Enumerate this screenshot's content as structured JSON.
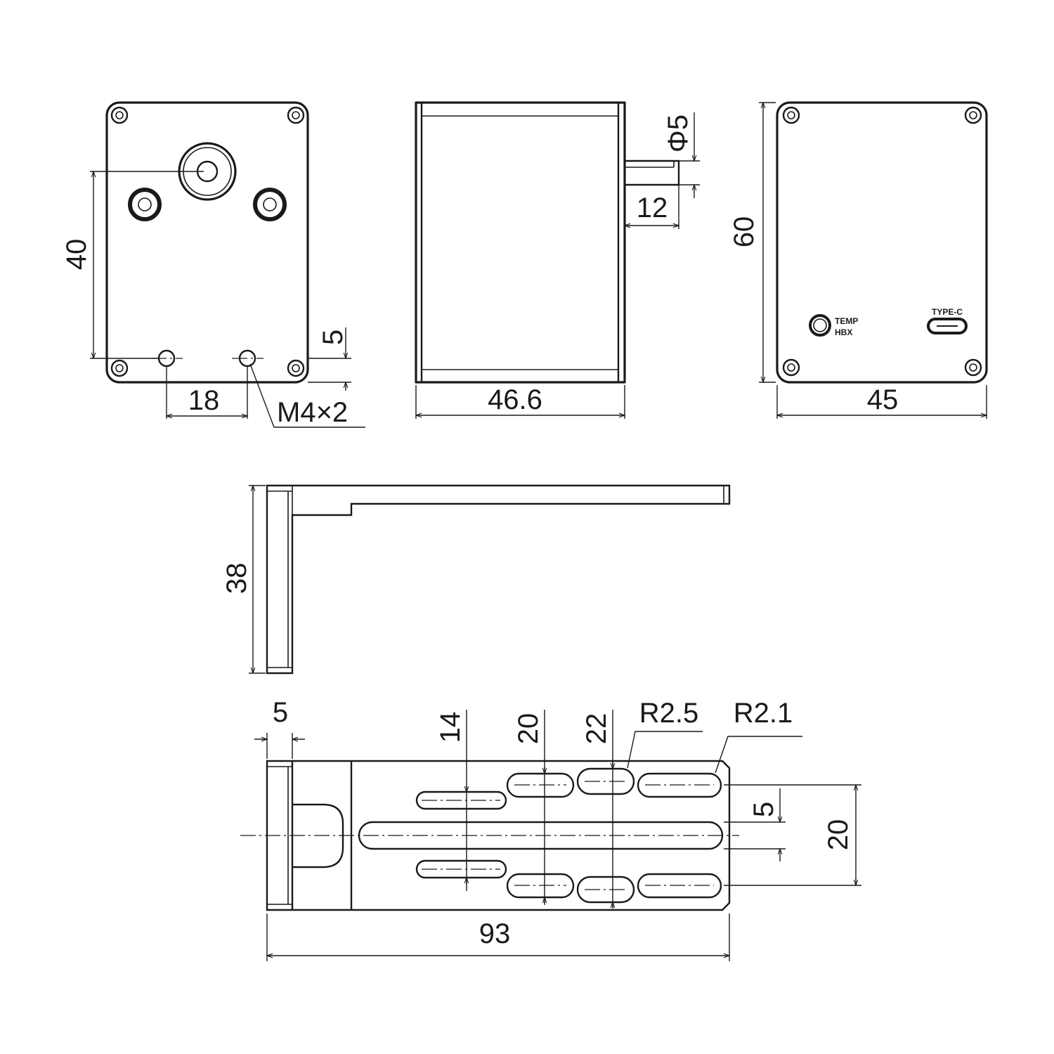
{
  "dims": {
    "front_height": "40",
    "front_width": "18",
    "front_hole_offset": "5",
    "thread_note": "M4×2",
    "side_width": "46.6",
    "shaft_diameter": "Φ5",
    "shaft_length": "12",
    "rear_height": "60",
    "rear_width": "45",
    "bracket_height": "38",
    "bracket_tab": "5",
    "slot_14": "14",
    "slot_20": "20",
    "slot_22": "22",
    "radius_1": "R2.5",
    "radius_2": "R2.1",
    "slot_pitch": "5",
    "slot_span": "20",
    "bracket_length": "93"
  },
  "labels": {
    "temp": "TEMP",
    "hbx": "HBX",
    "type_c": "TYPE-C"
  }
}
